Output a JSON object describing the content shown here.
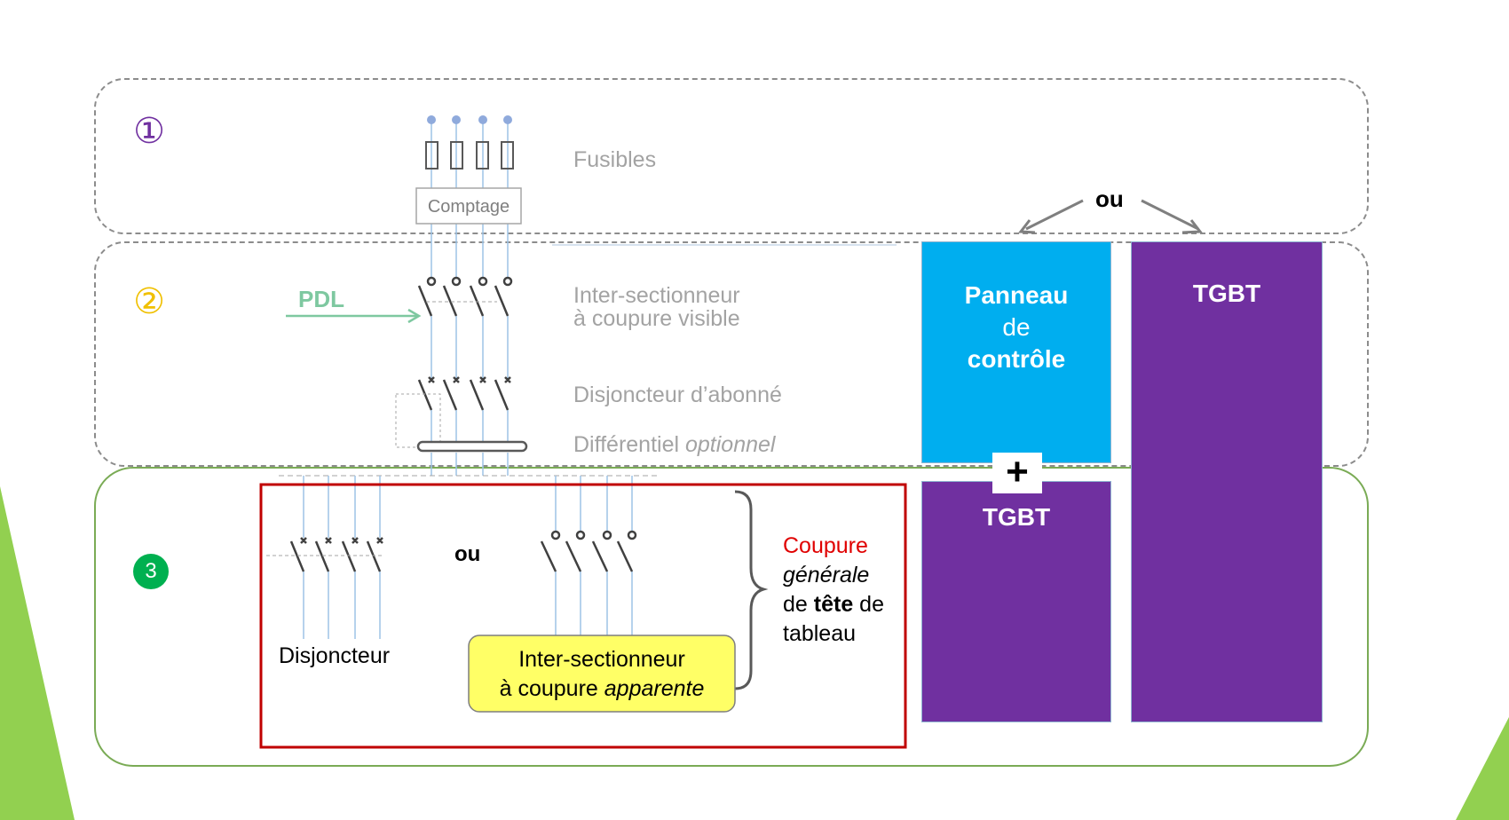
{
  "zones": {
    "zone1": {
      "badge": "①"
    },
    "zone2": {
      "badge": "②"
    },
    "zone3": {
      "badge": "3"
    }
  },
  "labels": {
    "comptage": "Comptage",
    "fusibles": "Fusibles",
    "pdl": "PDL",
    "inter_sectionneur_line1": "Inter-sectionneur",
    "inter_sectionneur_line2": "à coupure visible",
    "disjoncteur_abonne": "Disjoncteur d’abonné",
    "differentiel": "Différentiel",
    "differentiel_optional": "optionnel",
    "ou_top": "ou",
    "ou_mid": "ou",
    "disjoncteur": "Disjoncteur",
    "inter_app_line1": "Inter-sectionneur",
    "inter_app_line2_a": "à coupure ",
    "inter_app_line2_b": "apparente",
    "coupure_1": "Coupure",
    "coupure_2": "générale",
    "coupure_3a": "de ",
    "coupure_3b": "tête",
    "coupure_3c": " de",
    "coupure_4": "tableau"
  },
  "boxes": {
    "panneau_1": "Panneau",
    "panneau_2": "de",
    "panneau_3": "contrôle",
    "plus": "+",
    "tgbt_small": "TGBT",
    "tgbt_large": "TGBT"
  },
  "colors": {
    "panneau": "#00aeef",
    "tgbt": "#7030a0",
    "zone3_border": "#7aab55",
    "red_frame": "#c00000",
    "yellow": "#ffff66",
    "badge1": "#7030a0",
    "badge2": "#f0c000",
    "badge3": "#00b050",
    "pdl": "#7ec8a0"
  }
}
